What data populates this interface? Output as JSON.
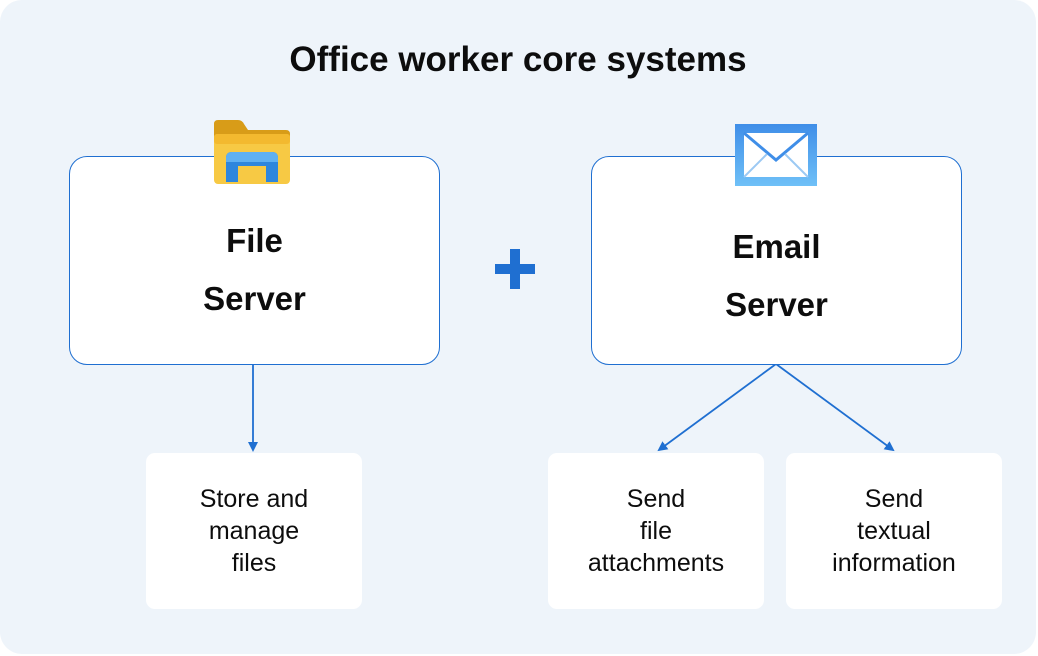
{
  "diagram": {
    "title": "Office worker core systems",
    "operator": "+",
    "file_server": {
      "line1": "File",
      "line2": "Server",
      "icon": "folder-icon",
      "tasks": [
        {
          "lines": [
            "Store and",
            "manage",
            "files"
          ]
        }
      ]
    },
    "email_server": {
      "line1": "Email",
      "line2": "Server",
      "icon": "envelope-icon",
      "tasks": [
        {
          "lines": [
            "Send",
            "file",
            "attachments"
          ]
        },
        {
          "lines": [
            "Send",
            "textual",
            "information"
          ]
        }
      ]
    },
    "colors": {
      "background": "#eef4fa",
      "accent": "#1f6fd1",
      "folder": "#f5c344",
      "envelope": "#4aa3f0"
    }
  }
}
